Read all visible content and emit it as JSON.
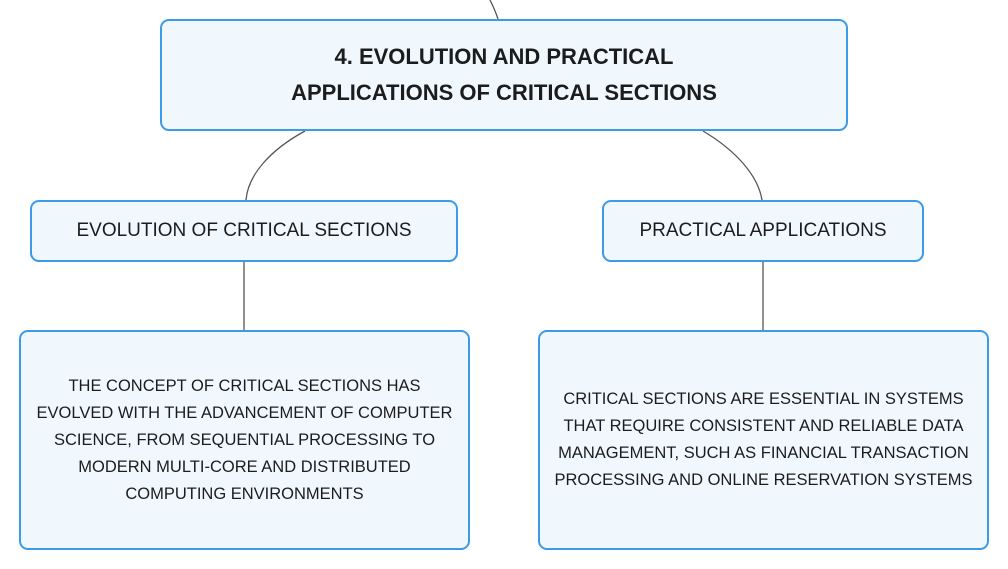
{
  "diagram": {
    "root": {
      "label": "4. EVOLUTION AND PRACTICAL APPLICATIONS OF CRITICAL SECTIONS"
    },
    "branches": [
      {
        "label": "EVOLUTION OF CRITICAL SECTIONS",
        "detail": "THE CONCEPT OF CRITICAL SECTIONS HAS EVOLVED WITH THE ADVANCEMENT OF COMPUTER SCIENCE, FROM SEQUENTIAL PROCESSING TO MODERN MULTI-CORE AND DISTRIBUTED COMPUTING ENVIRONMENTS"
      },
      {
        "label": "PRACTICAL APPLICATIONS",
        "detail": "CRITICAL SECTIONS ARE ESSENTIAL IN SYSTEMS THAT REQUIRE CONSISTENT AND RELIABLE DATA MANAGEMENT, SUCH AS FINANCIAL TRANSACTION PROCESSING AND ONLINE RESERVATION SYSTEMS"
      }
    ]
  },
  "colors": {
    "node_border": "#3b9be8",
    "node_fill": "#f0f8fe",
    "connector": "#555555",
    "text": "#1c1c1c"
  }
}
